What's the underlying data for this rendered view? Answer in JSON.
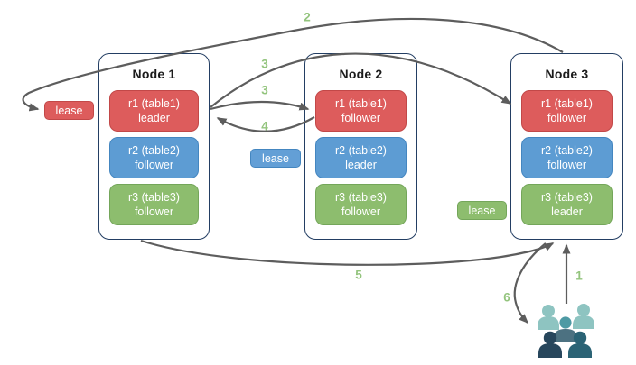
{
  "diagram": {
    "nodes": [
      {
        "title": "Node 1",
        "replicas": [
          {
            "name": "r1 (table1)",
            "role": "leader",
            "color": "red"
          },
          {
            "name": "r2 (table2)",
            "role": "follower",
            "color": "blue"
          },
          {
            "name": "r3 (table3)",
            "role": "follower",
            "color": "green"
          }
        ]
      },
      {
        "title": "Node 2",
        "replicas": [
          {
            "name": "r1 (table1)",
            "role": "follower",
            "color": "red"
          },
          {
            "name": "r2 (table2)",
            "role": "leader",
            "color": "blue"
          },
          {
            "name": "r3 (table3)",
            "role": "follower",
            "color": "green"
          }
        ]
      },
      {
        "title": "Node 3",
        "replicas": [
          {
            "name": "r1 (table1)",
            "role": "follower",
            "color": "red"
          },
          {
            "name": "r2 (table2)",
            "role": "follower",
            "color": "blue"
          },
          {
            "name": "r3 (table3)",
            "role": "leader",
            "color": "green"
          }
        ]
      }
    ],
    "leases": [
      {
        "label": "lease",
        "color": "red"
      },
      {
        "label": "lease",
        "color": "blue"
      },
      {
        "label": "lease",
        "color": "green"
      }
    ],
    "steps": {
      "s1": "1",
      "s2": "2",
      "s3a": "3",
      "s3b": "3",
      "s4": "4",
      "s5": "5",
      "s6": "6"
    },
    "icons": {
      "users": "users-group-icon"
    },
    "colors": {
      "arrow": "#5d5d5d",
      "step_number": "#93c47d",
      "node_border": "#233e63",
      "red_fill": "#dd5c5c",
      "red_border": "#c24848",
      "blue_fill": "#5d9cd3",
      "blue_border": "#4486c0",
      "green_fill": "#8dbd6e",
      "green_border": "#74a65a",
      "users_light_teal": "#8ec4c1",
      "users_mid_teal": "#4e9aa4",
      "users_slate": "#4c7181",
      "users_navy": "#27465c",
      "users_dark_teal": "#2b6375"
    }
  }
}
